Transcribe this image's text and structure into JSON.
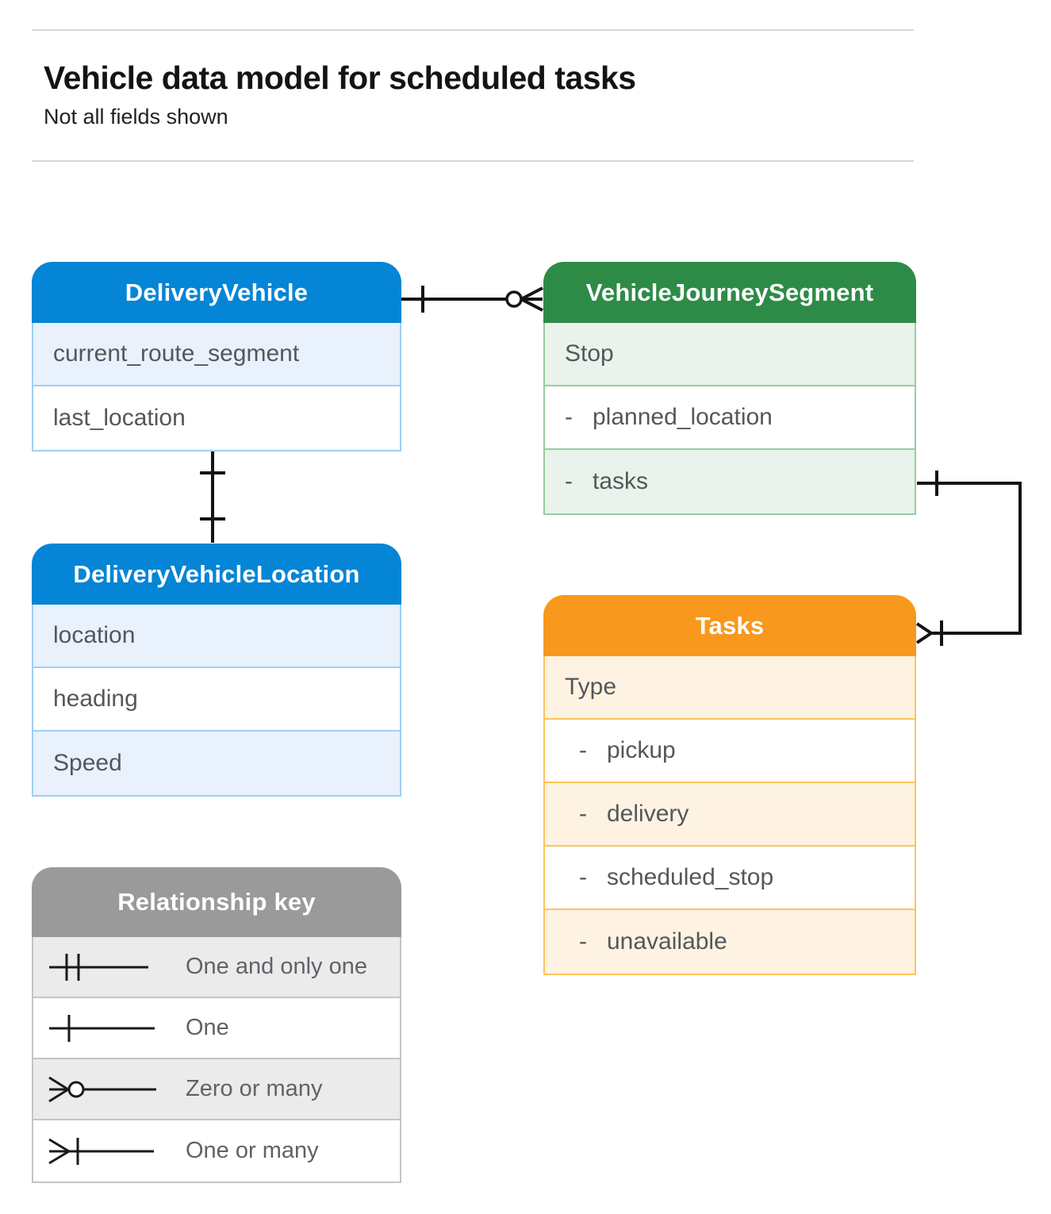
{
  "page": {
    "title": "Vehicle data model for scheduled tasks",
    "subtitle": "Not all fields shown"
  },
  "colors": {
    "blue_header": "#0585d5",
    "blue_row": "#e8f1fc",
    "blue_border": "#9fcef5",
    "green_header": "#2e8b47",
    "green_row": "#e9f3eb",
    "green_border": "#98cca3",
    "orange_header": "#f8981d",
    "orange_row": "#fef3e2",
    "orange_border": "#fdc45c",
    "gray_header": "#9a9a9a",
    "gray_row": "#ebebeb",
    "field_text": "#54575b",
    "connector": "#141414"
  },
  "entities": [
    {
      "name": "DeliveryVehicle",
      "theme": "blue",
      "fields": [
        "current_route_segment",
        "last_location"
      ]
    },
    {
      "name": "VehicleJourneySegment",
      "theme": "green",
      "fields": [
        "Stop",
        "-   planned_location",
        "-   tasks"
      ]
    },
    {
      "name": "DeliveryVehicleLocation",
      "theme": "blue",
      "fields": [
        "location",
        "heading",
        "Speed"
      ]
    },
    {
      "name": "Tasks",
      "theme": "orange",
      "fields": [
        "Type",
        "-   pickup",
        "-   delivery",
        "-   scheduled_stop",
        "-   unavailable"
      ]
    }
  ],
  "relationships": [
    {
      "from": "DeliveryVehicle",
      "to": "VehicleJourneySegment",
      "from_cardinality": "one",
      "to_cardinality": "zero-or-many"
    },
    {
      "from": "DeliveryVehicle",
      "to": "DeliveryVehicleLocation",
      "from_cardinality": "one",
      "to_cardinality": "one"
    },
    {
      "from": "VehicleJourneySegment.tasks",
      "to": "Tasks",
      "from_cardinality": "one",
      "to_cardinality": "one-or-many"
    }
  ],
  "legend": {
    "title": "Relationship key",
    "items": [
      {
        "symbol": "one-and-only-one",
        "label": "One and only one"
      },
      {
        "symbol": "one",
        "label": "One"
      },
      {
        "symbol": "zero-or-many",
        "label": "Zero or many"
      },
      {
        "symbol": "one-or-many",
        "label": "One or many"
      }
    ]
  }
}
